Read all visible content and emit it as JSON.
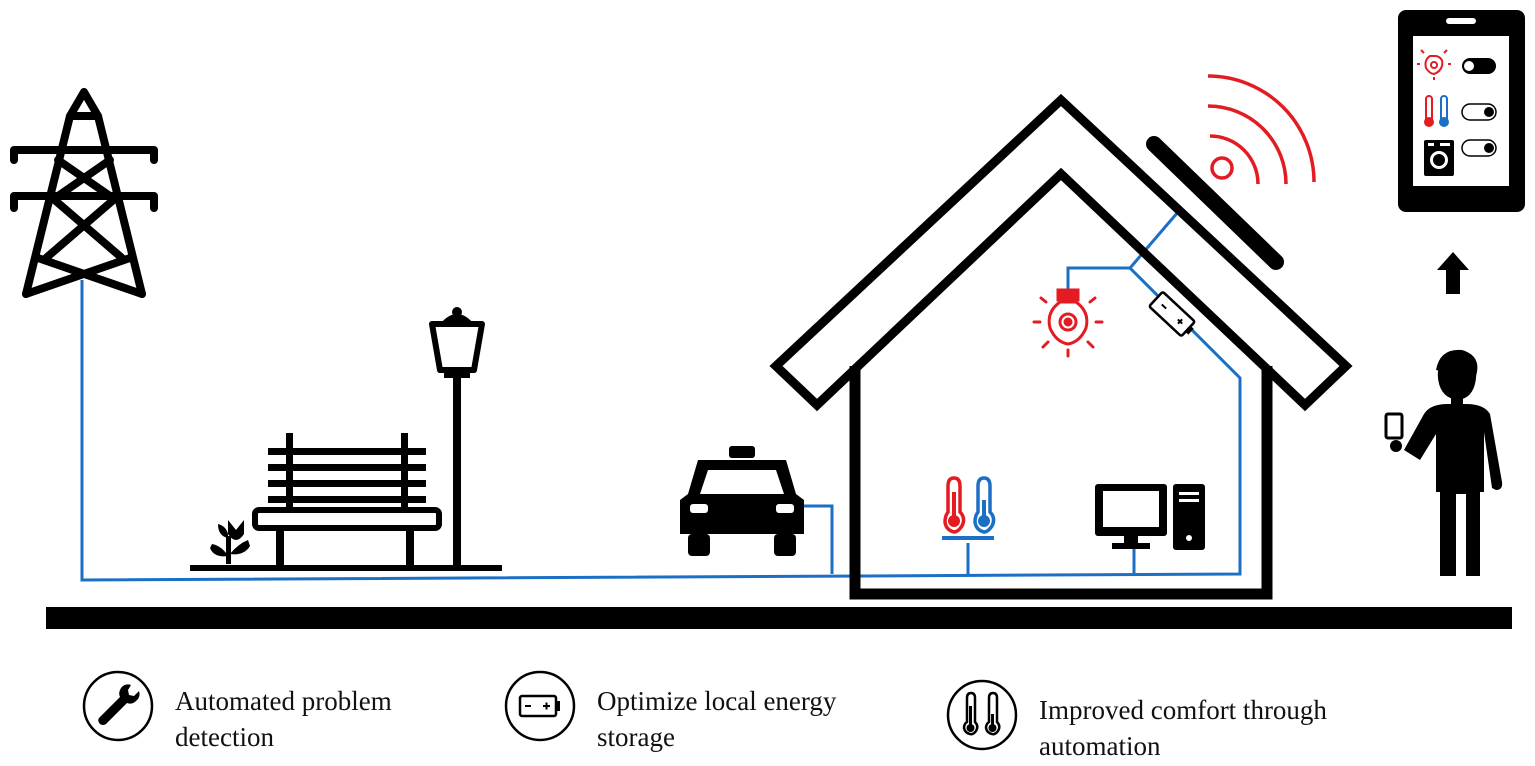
{
  "colors": {
    "wire": "#1b6fc4",
    "hot": "#e31b23",
    "cold": "#1b6fc4",
    "ink": "#000000"
  },
  "icons": [
    "power-pylon-icon",
    "flower-icon",
    "park-bench-icon",
    "street-lamp-icon",
    "car-icon",
    "house-icon",
    "solar-panel-icon",
    "wifi-signal-icon",
    "light-bulb-icon",
    "battery-icon",
    "thermometer-icon",
    "desktop-computer-icon",
    "smartphone-app-icon",
    "up-arrow-icon",
    "person-with-phone-icon",
    "wrench-icon",
    "thermometers-icon"
  ],
  "legend": [
    {
      "icon": "wrench-icon",
      "label_line1": "Automated problem",
      "label_line2": "detection"
    },
    {
      "icon": "battery-icon",
      "label_line1": "Optimize local energy",
      "label_line2": "storage"
    },
    {
      "icon": "thermometers-icon",
      "label_line1": "Improved comfort through",
      "label_line2": "automation"
    }
  ],
  "phone_app": {
    "toggles": [
      {
        "device": "light-bulb-icon",
        "state": "on"
      },
      {
        "device": "thermometer-icon",
        "state": "off"
      },
      {
        "device": "washing-machine-icon",
        "state": "off"
      }
    ]
  }
}
